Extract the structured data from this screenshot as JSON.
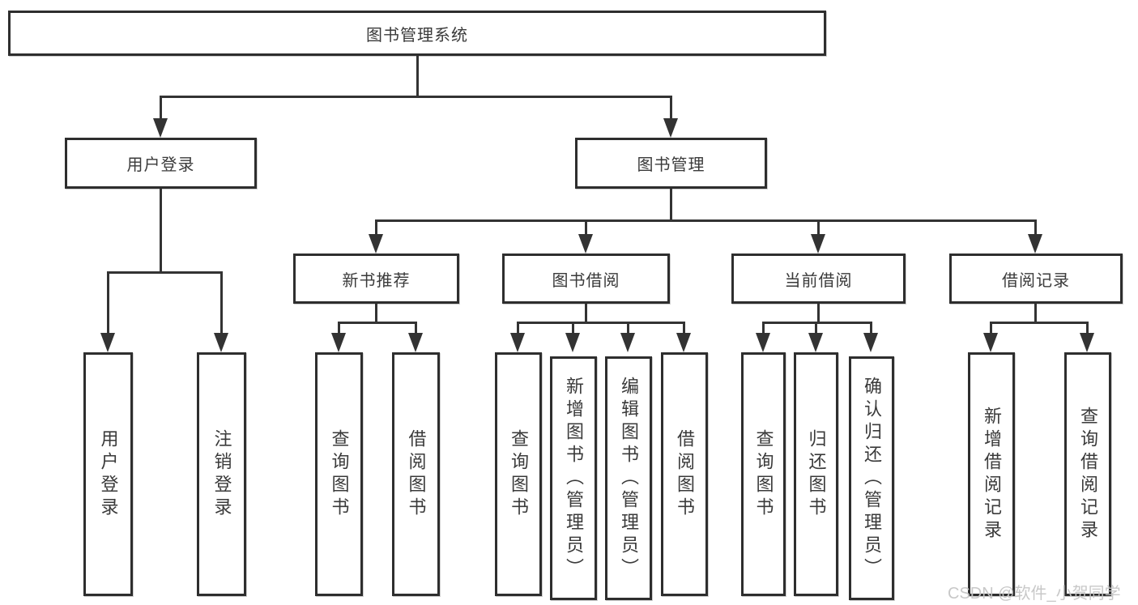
{
  "diagram": {
    "root": {
      "label": "图书管理系统"
    },
    "user_branch": {
      "label": "用户登录",
      "children": [
        {
          "label": "用户登录"
        },
        {
          "label": "注销登录"
        }
      ]
    },
    "mgmt_branch": {
      "label": "图书管理",
      "sections": [
        {
          "label": "新书推荐",
          "children": [
            {
              "label": "查询图书"
            },
            {
              "label": "借阅图书"
            }
          ]
        },
        {
          "label": "图书借阅",
          "children": [
            {
              "label": "查询图书"
            },
            {
              "label": "新增图书（管理员）"
            },
            {
              "label": "编辑图书（管理员）"
            },
            {
              "label": "借阅图书"
            }
          ]
        },
        {
          "label": "当前借阅",
          "children": [
            {
              "label": "查询图书"
            },
            {
              "label": "归还图书"
            },
            {
              "label": "确认归还（管理员）"
            }
          ]
        },
        {
          "label": "借阅记录",
          "children": [
            {
              "label": "新增借阅记录"
            },
            {
              "label": "查询借阅记录"
            }
          ]
        }
      ]
    }
  },
  "watermark": {
    "text": "CSDN @软件_小贺同学"
  },
  "colors": {
    "line": "#333333",
    "border": "#2e2e2e",
    "text": "#3a3a3a",
    "watermark": "#c5c5c5"
  }
}
